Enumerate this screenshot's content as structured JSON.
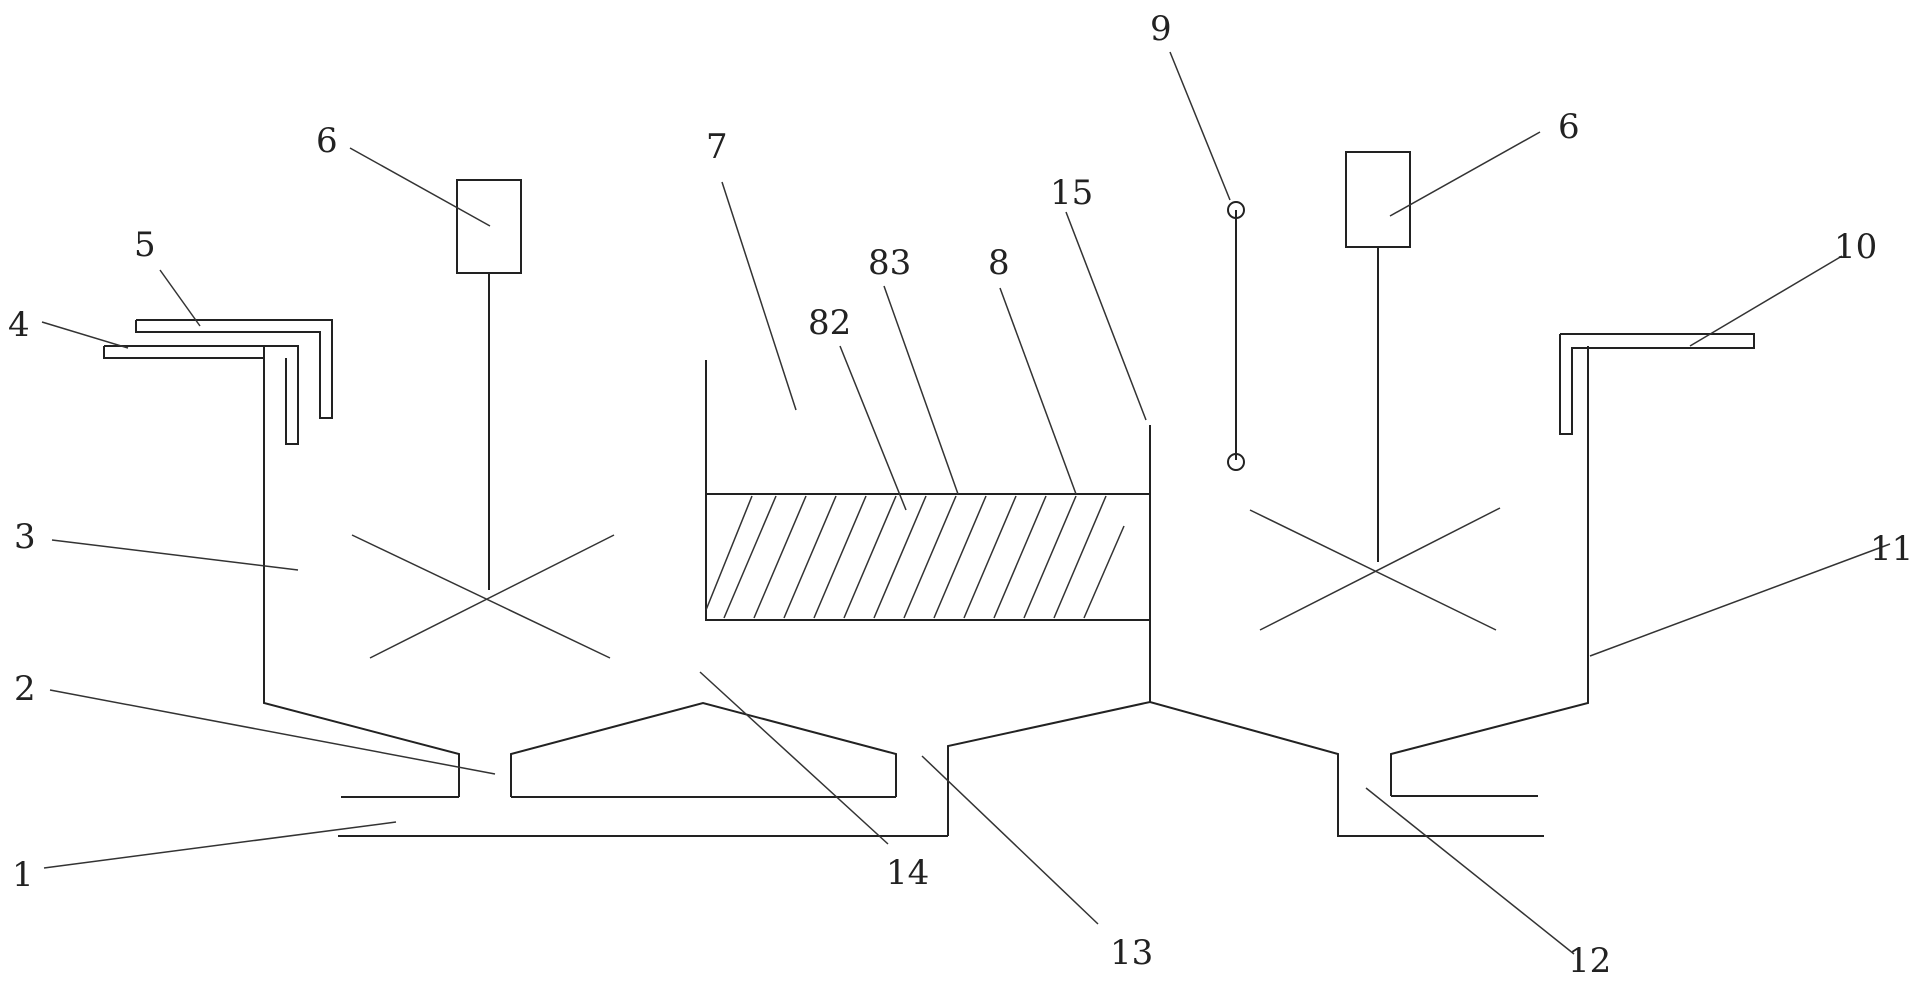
{
  "labels": {
    "l1": "1",
    "l2": "2",
    "l3": "3",
    "l4": "4",
    "l5": "5",
    "l6a": "6",
    "l6b": "6",
    "l7": "7",
    "l8": "8",
    "l82": "82",
    "l83": "83",
    "l9": "9",
    "l10": "10",
    "l11": "11",
    "l12": "12",
    "l13": "13",
    "l14": "14",
    "l15": "15"
  }
}
